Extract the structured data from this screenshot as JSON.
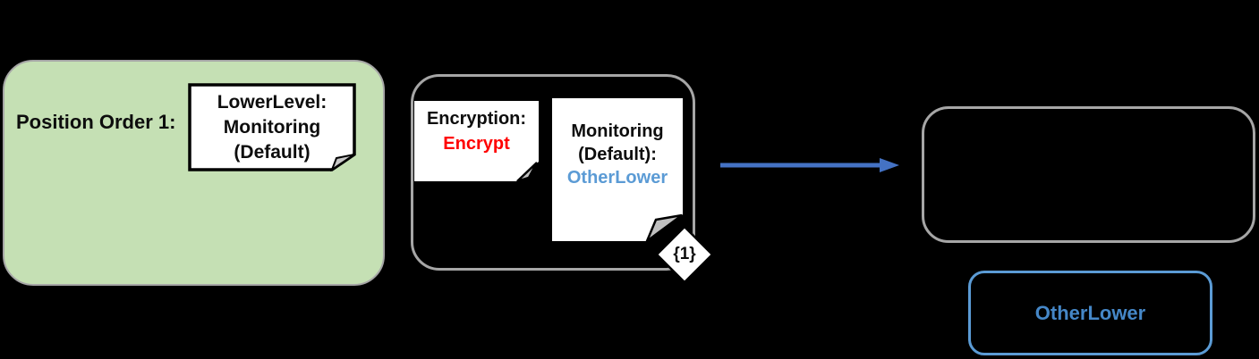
{
  "background": "#000000",
  "position_group": {
    "label": "Position Order 1:",
    "fill": "#c5e0b4",
    "border_color": "#a6a6a6",
    "note": {
      "lines": [
        "LowerLevel:",
        "Monitoring",
        "(Default)"
      ],
      "line_colors": [
        "#0d0d0d",
        "#0d0d0d",
        "#0d0d0d"
      ]
    }
  },
  "transition_group": {
    "border_color": "#a6a6a6",
    "encryption_note": {
      "lines": [
        "Encryption:",
        "Encrypt"
      ],
      "line_colors": [
        "#0d0d0d",
        "#ff0000"
      ]
    },
    "monitoring_note": {
      "lines": [
        "Monitoring",
        "(Default):",
        "OtherLower"
      ],
      "line_colors": [
        "#0d0d0d",
        "#0d0d0d",
        "#5b9bd5"
      ]
    },
    "badge_label": "{1}"
  },
  "arrow": {
    "color": "#4472c4"
  },
  "right_group": {
    "border_color": "#a6a6a6"
  },
  "result_box": {
    "label": "OtherLower",
    "border_color": "#5b9bd5",
    "text_color": "#4587c7"
  }
}
